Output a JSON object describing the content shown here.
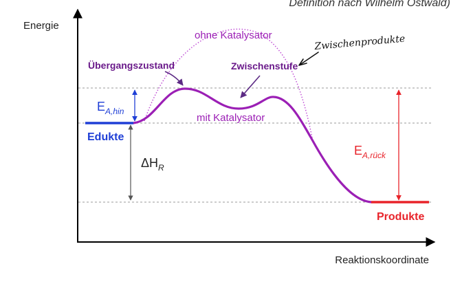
{
  "header": {
    "cut_text": "Definition nach Wilhelm Ostwald)"
  },
  "axes": {
    "y_label": "Energie",
    "x_label": "Reaktionskoordinate"
  },
  "labels": {
    "ohne": "ohne Katalysator",
    "mit": "mit Katalysator",
    "uebergang": "Übergangszustand",
    "zwischen": "Zwischenstufe",
    "handnote": "Zwischenprodukte",
    "edukte": "Edukte",
    "produkte": "Produkte",
    "ea_hin": {
      "main": "E",
      "sub": "A,hin"
    },
    "dh": {
      "main": "ΔH",
      "sub": "R"
    },
    "ea_rueck": {
      "main": "E",
      "sub": "A,rück"
    }
  },
  "colors": {
    "curve": "#9b1fb5",
    "dotted_curve": "#c04fd6",
    "edukte": "#1f3fd6",
    "produkte": "#e8232a",
    "axis": "#000000",
    "guide": "#9a9a9a",
    "text": "#222222",
    "label_purple": "#6a1a8a",
    "arrow_purple": "#5c2a84"
  }
}
